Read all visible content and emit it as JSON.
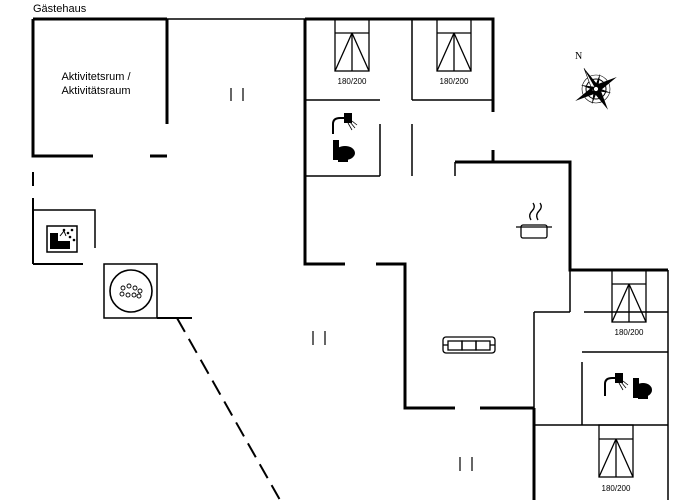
{
  "plan": {
    "title": "Gästehaus",
    "room_label": {
      "line1": "Aktivitetsrum /",
      "line2": "Aktivitätsraum"
    },
    "beds": [
      {
        "size": "180/200"
      },
      {
        "size": "180/200"
      },
      {
        "size": "180/200"
      },
      {
        "size": "180/200"
      }
    ],
    "compass_letter": "N",
    "icons": [
      "bed-icon",
      "toilet-icon",
      "shower-icon",
      "sauna-icon",
      "whirlpool-icon",
      "kitchen-pot-icon",
      "sofa-icon",
      "compass-icon",
      "window-marker-icon"
    ],
    "colors": {
      "walls": "#000000",
      "background": "#ffffff"
    }
  }
}
